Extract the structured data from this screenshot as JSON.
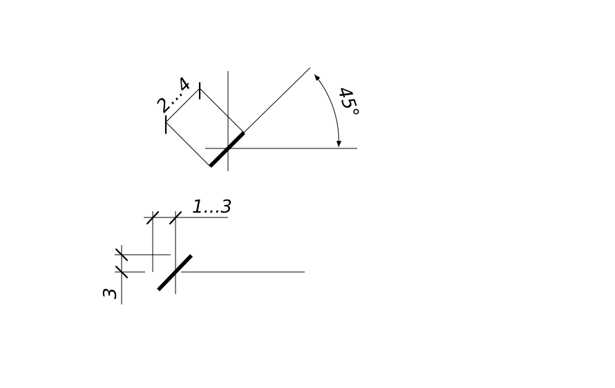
{
  "diagram": {
    "upper": {
      "angle_label": "45°",
      "length_label": "2...4"
    },
    "lower": {
      "width_label": "1...3",
      "height_label": "3"
    },
    "colors": {
      "stroke": "#000000",
      "background": "#ffffff"
    }
  }
}
